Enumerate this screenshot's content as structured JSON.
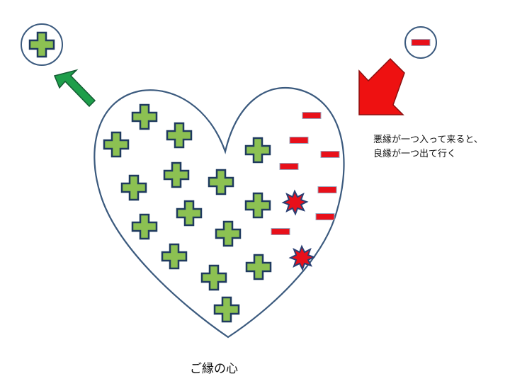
{
  "annotation": {
    "line1": "悪縁が一つ入って来ると、",
    "line2": "良縁が一つ出て行く"
  },
  "caption": "ご縁の心",
  "colors": {
    "plus_fill": "#8cc152",
    "plus_stroke": "#1f3a5f",
    "minus_fill": "#e8101a",
    "heart_stroke": "#3b5a7e",
    "green_arrow": "#1e9e4a",
    "red_arrow": "#ee1111"
  },
  "icons": {
    "plus_outside": "plus-sign-icon",
    "minus_outside": "minus-sign-icon",
    "burst": "explosion-icon"
  }
}
